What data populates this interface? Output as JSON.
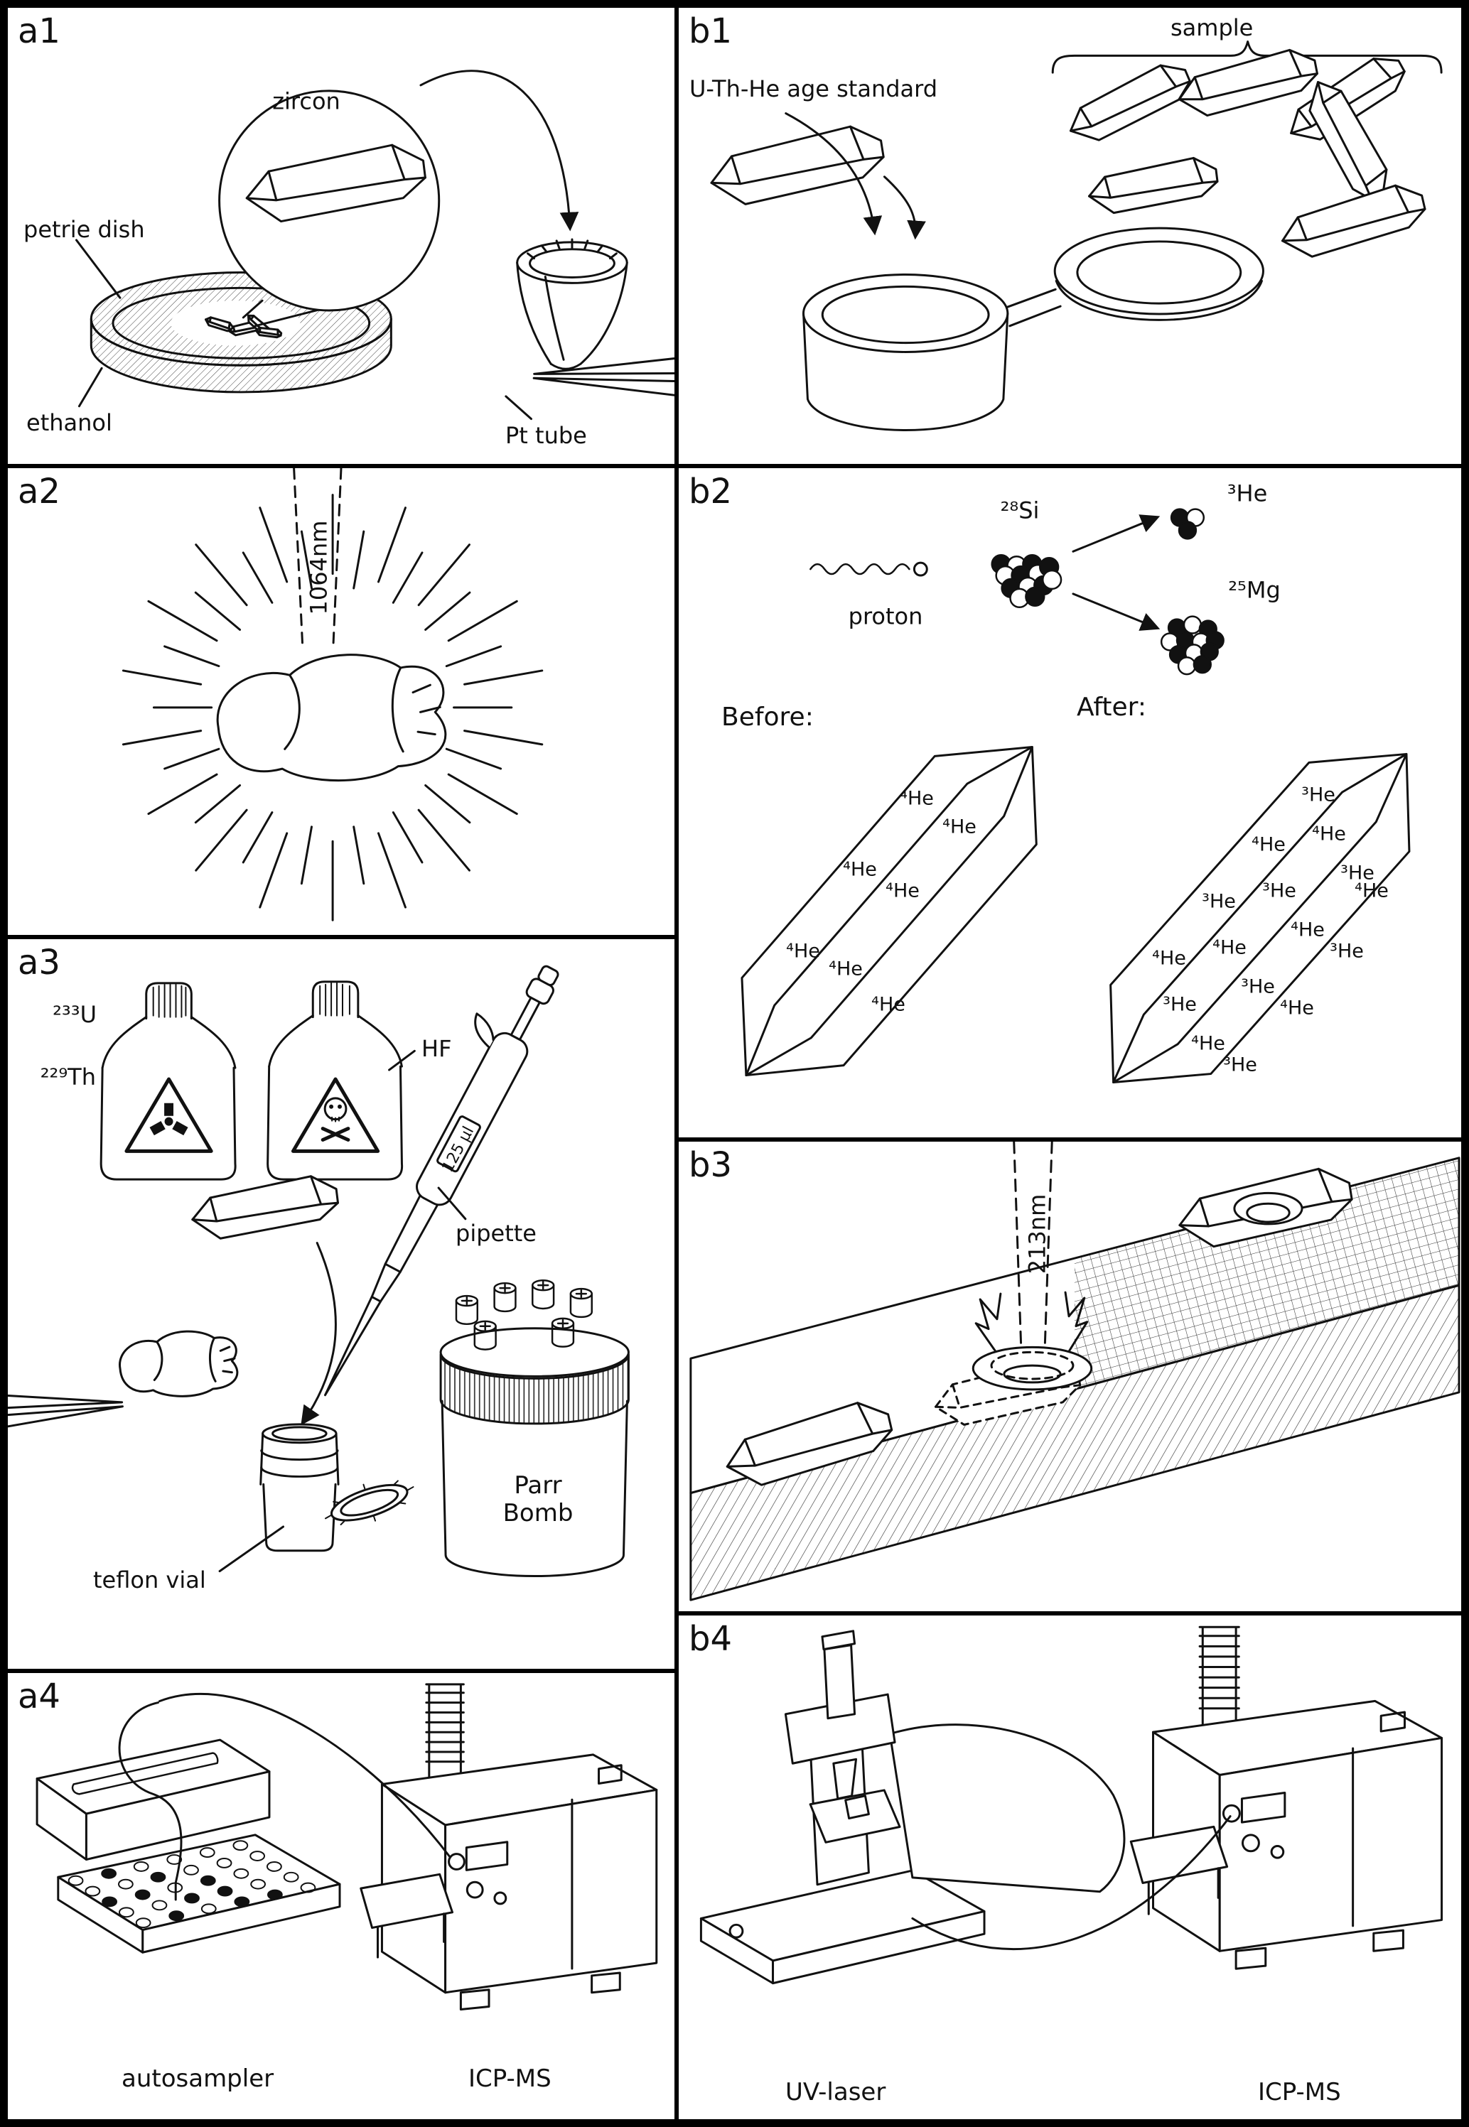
{
  "a1": {
    "id": "a1",
    "zircon": "zircon",
    "petrie_dish": "petrie dish",
    "ethanol": "ethanol",
    "pt_tube": "Pt tube"
  },
  "a2": {
    "id": "a2",
    "wavelength": "1064nm"
  },
  "a3": {
    "id": "a3",
    "u233": "²³³U",
    "th229": "²²⁹Th",
    "hf": "HF",
    "pipette": "pipette",
    "pipette_volume": "125 µl",
    "teflon_vial": "teflon vial",
    "parr_bomb": "Parr Bomb"
  },
  "a4": {
    "id": "a4",
    "autosampler": "autosampler",
    "icpms": "ICP-MS"
  },
  "b1": {
    "id": "b1",
    "sample": "sample",
    "age_standard": "U-Th-He age standard"
  },
  "b2": {
    "id": "b2",
    "si28": "²⁸Si",
    "he3": "³He",
    "he4": "⁴He",
    "mg25": "²⁵Mg",
    "proton": "proton",
    "before": "Before:",
    "after": "After:"
  },
  "b3": {
    "id": "b3",
    "wavelength": "213nm"
  },
  "b4": {
    "id": "b4",
    "uv_laser": "UV-laser",
    "icpms": "ICP-MS"
  }
}
